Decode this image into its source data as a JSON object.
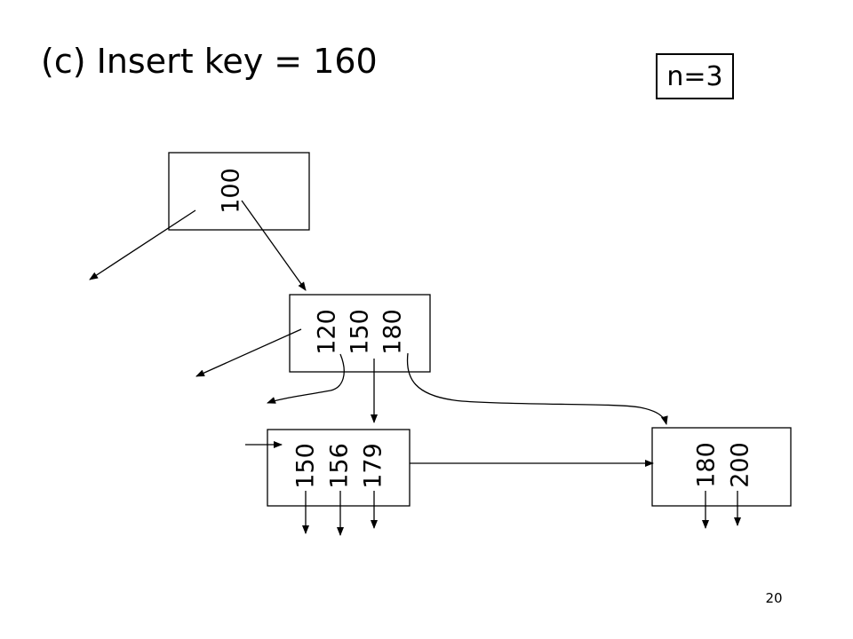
{
  "title": "(c) Insert key = 160",
  "order_label": "n=3",
  "page_number": "20",
  "tree": {
    "root": {
      "keys": [
        "100"
      ]
    },
    "internal": {
      "keys": [
        "120",
        "150",
        "180"
      ]
    },
    "leaf_left": {
      "keys": [
        "150",
        "156",
        "179"
      ]
    },
    "leaf_right": {
      "keys": [
        "180",
        "200"
      ]
    }
  }
}
